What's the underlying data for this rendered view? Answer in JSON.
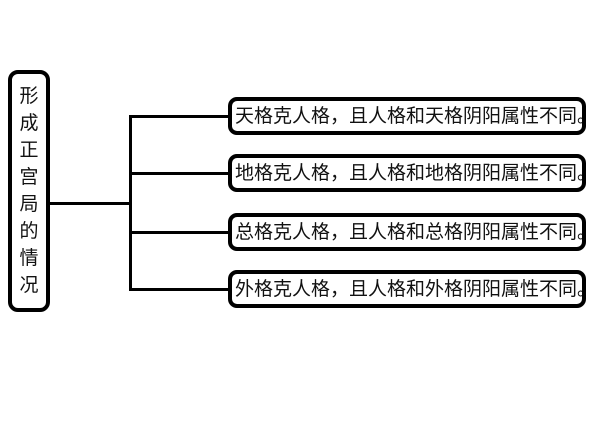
{
  "diagram": {
    "type": "tree-diagram",
    "orientation": "left-to-right",
    "background_color": "#ffffff",
    "line_color": "#000000",
    "text_color": "#111111",
    "root": {
      "label": "形成正宫局的情况",
      "characters": [
        "形",
        "成",
        "正",
        "宫",
        "局",
        "的",
        "情",
        "况"
      ],
      "text_direction": "vertical"
    },
    "branches": [
      {
        "label": "天格克人格，且人格和天格阴阳属性不同。"
      },
      {
        "label": "地格克人格，且人格和地格阴阳属性不同。"
      },
      {
        "label": "总格克人格，且人格和总格阴阳属性不同。"
      },
      {
        "label": "外格克人格，且人格和外格阴阳属性不同。"
      }
    ]
  }
}
